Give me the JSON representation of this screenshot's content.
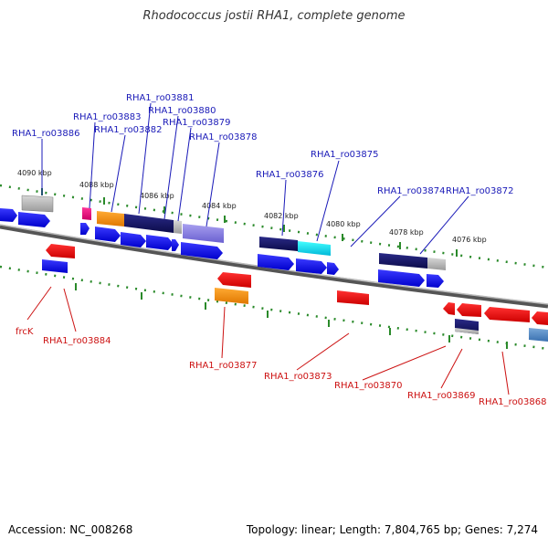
{
  "title": "Rhodococcus jostii RHA1, complete genome",
  "footer": {
    "accession": "Accession: NC_008268",
    "summary": "Topology: linear; Length: 7,804,765 bp; Genes: 7,274"
  },
  "scale_labels": [
    "4090 kbp",
    "4088 kbp",
    "4086 kbp",
    "4084 kbp",
    "4082 kbp",
    "4080 kbp",
    "4078 kbp",
    "4076 kbp"
  ],
  "gene_labels_top": [
    "RHA1_ro03886",
    "RHA1_ro03883",
    "RHA1_ro03882",
    "RHA1_ro03881",
    "RHA1_ro03880",
    "RHA1_ro03879",
    "RHA1_ro03878",
    "RHA1_ro03876",
    "RHA1_ro03875",
    "RHA1_ro03874",
    "RHA1_ro03872"
  ],
  "gene_labels_bottom": [
    "frcK",
    "RHA1_ro03884",
    "RHA1_ro03877",
    "RHA1_ro03873",
    "RHA1_ro03870",
    "RHA1_ro03869",
    "RHA1_ro03868"
  ],
  "colors": {
    "forward_label": "#1a1ab8",
    "reverse_label": "#cc1111",
    "tick": "#2a8a2a",
    "backbone": "#7a7a7a"
  }
}
